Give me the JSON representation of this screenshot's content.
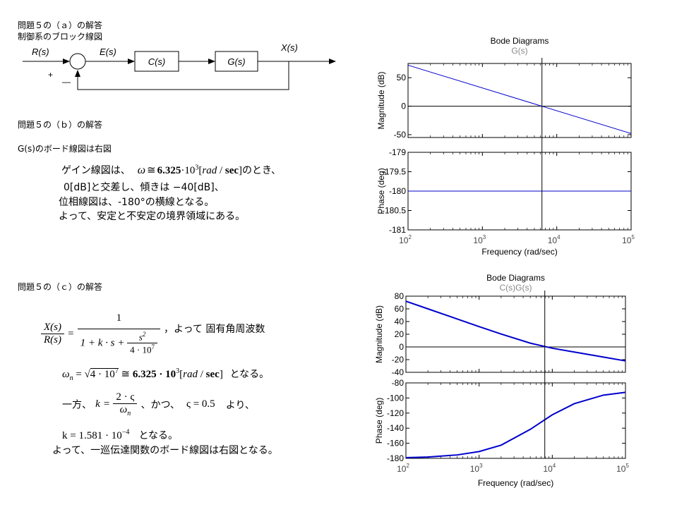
{
  "section_a": {
    "heading": "問題５の（ａ）の解答",
    "subheading": "制御系のブロック線図",
    "diagram": {
      "input_label": "R(s)",
      "error_label": "E(s)",
      "controller_label": "C(s)",
      "plant_label": "G(s)",
      "output_label": "X(s)",
      "plus_sign": "+",
      "minus_sign": "—"
    }
  },
  "section_b": {
    "heading": "問題５の（ｂ）の解答",
    "intro": "G(s)のボード線図は右図",
    "line1_prefix": "ゲイン線図は、",
    "line1_omega": "ω",
    "line1_approx": "≅",
    "line1_value": "6.325",
    "line1_dot": "·",
    "line1_base": "10",
    "line1_exp": "3",
    "line1_unit_open": "[",
    "line1_unit_rad": "rad",
    "line1_unit_sep": " / ",
    "line1_unit_sec": "sec",
    "line1_unit_close": "]",
    "line1_suffix": "のとき、",
    "line2": "0[dB]と交差し、傾きは −40[dB]、",
    "line3": "位相線図は、-180°の横線となる。",
    "line4": "よって、安定と不安定の境界領域にある。"
  },
  "section_c": {
    "heading": "問題５の（ｃ）の解答",
    "tf_num": "X(s)",
    "tf_den": "R(s)",
    "eq": "=",
    "rhs_num": "1",
    "rhs_den_a": "1 + k · s +",
    "s2_num": "s",
    "s2_exp": "2",
    "s2_den_a": "4 · 10",
    "s2_den_exp": "7",
    "after_tf": "，よって 固有角周波数",
    "wn_sym": "ω",
    "wn_sub": "n",
    "wn_eq": "=",
    "wn_sqrt": "√",
    "wn_rad_a": "4 · 10",
    "wn_rad_exp": "7",
    "wn_approx": "≅",
    "wn_value": "6.325 · 10",
    "wn_exp": "3",
    "wn_unit_open": "[",
    "wn_unit_rad": "rad",
    "wn_unit_sep": " / ",
    "wn_unit_sec": "sec",
    "wn_unit_close": "]",
    "wn_suffix": "となる。",
    "k_prefix": "一方、",
    "k_sym": "k",
    "k_eq": "=",
    "k_num": "2 · ς",
    "k_den_sym": "ω",
    "k_den_sub": "n",
    "k_mid": "、かつ、",
    "zeta_eq": "ς = 0.5",
    "k_suffix": "より、",
    "k_result_a": "k = 1.581 · 10",
    "k_result_exp": "−4",
    "k_result_suffix": "となる。",
    "conclusion": "よって、一巡伝達関数のボード線図は右図となる。"
  },
  "chart_data": [
    {
      "type": "line",
      "title": "Bode Diagrams",
      "subtitle": "G(s)",
      "xlabel": "Frequency (rad/sec)",
      "xscale": "log",
      "x_ticks": [
        "10^2",
        "10^3",
        "10^4",
        "10^5"
      ],
      "xlim": [
        100,
        100000
      ],
      "crossover_frequency": 6325,
      "magnitude": {
        "ylabel": "Magnitude (dB)",
        "ylim": [
          -55,
          75
        ],
        "y_ticks": [
          "50",
          "0",
          "-50"
        ],
        "series": [
          {
            "x": [
              100,
              100000
            ],
            "y": [
              72.0,
              -48.0
            ]
          }
        ]
      },
      "phase": {
        "ylabel": "Phase (deg)",
        "ylim": [
          -181,
          -179
        ],
        "y_ticks": [
          "-179",
          "-179.5",
          "-180",
          "-180.5",
          "-181"
        ],
        "series": [
          {
            "x": [
              100,
              100000
            ],
            "y": [
              -180,
              -180
            ]
          }
        ]
      },
      "line_color": "#0000cc"
    },
    {
      "type": "line",
      "title": "Bode Diagrams",
      "subtitle": "C(s)G(s)",
      "xlabel": "Frequency (rad/sec)",
      "xscale": "log",
      "x_ticks": [
        "10^2",
        "10^3",
        "10^4",
        "10^5"
      ],
      "xlim": [
        100,
        100000
      ],
      "crossover_frequency": 7900,
      "magnitude": {
        "ylabel": "Magnitude (dB)",
        "ylim": [
          -40,
          80
        ],
        "y_ticks": [
          "80",
          "60",
          "40",
          "20",
          "0",
          "-20",
          "-40"
        ],
        "series": [
          {
            "x": [
              100,
              200,
              500,
              1000,
              2000,
              5000,
              10000,
              20000,
              50000,
              100000
            ],
            "y": [
              72.0,
              60.0,
              44.1,
              32.0,
              20.3,
              6.0,
              -2.0,
              -8.1,
              -16.0,
              -22.0
            ]
          }
        ]
      },
      "phase": {
        "ylabel": "Phase (deg)",
        "ylim": [
          -180,
          -80
        ],
        "y_ticks": [
          "-80",
          "-100",
          "-120",
          "-140",
          "-160",
          "-180"
        ],
        "series": [
          {
            "x": [
              100,
              200,
              500,
              1000,
              2000,
              5000,
              10000,
              20000,
              50000,
              100000
            ],
            "y": [
              -179.1,
              -178.2,
              -175.5,
              -171.0,
              -162.5,
              -141.6,
              -122.3,
              -107.5,
              -96.2,
              -92.5
            ]
          }
        ]
      },
      "line_color": "#0000cc"
    }
  ]
}
